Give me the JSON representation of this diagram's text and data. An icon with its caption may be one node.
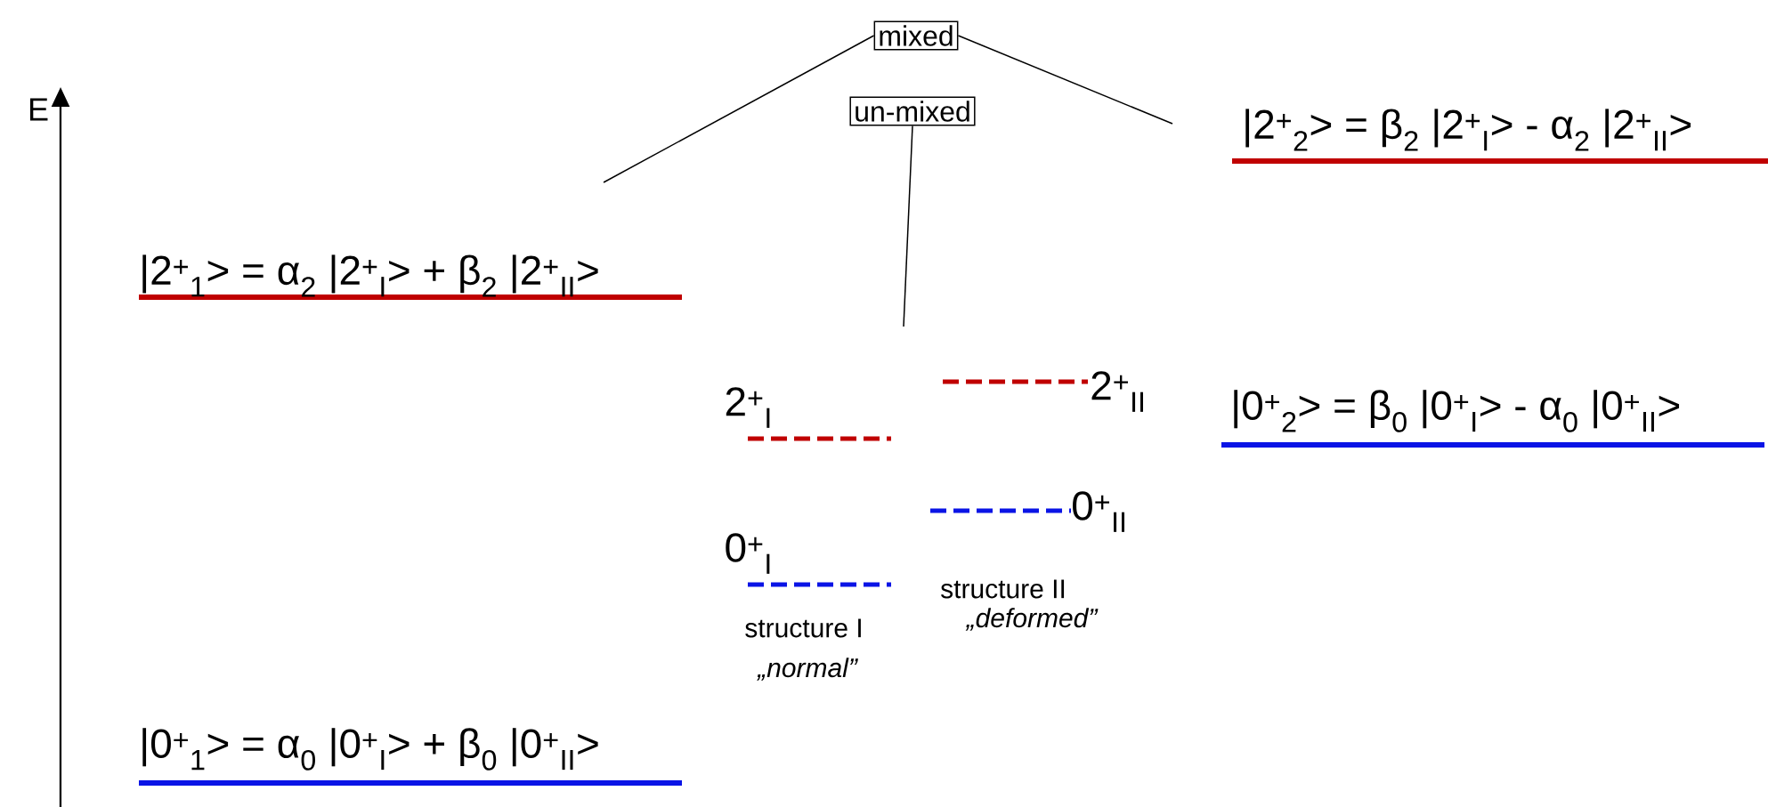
{
  "diagram": {
    "nodes": [
      {
        "text": [
          "mixed"
        ]
      },
      {
        "text": [
          "un-mixed"
        ]
      }
    ],
    "edges": [
      {
        "from": 0,
        "to": null,
        "arrow": "none"
      },
      {
        "from": 0,
        "to": null,
        "arrow": "none"
      },
      {
        "from": 1,
        "to": null,
        "arrow": "none"
      }
    ],
    "labels": [
      "E",
      "|2$^{+}$$_{2}$> = β$_{2}$ |2$^{+}$$_{I}$> - α$_{2}$ |2$^{+}$$_{II}$>",
      "|2$^{+}$$_{1}$> = α$_{2}$ |2$^{+}$$_{I}$> + β$_{2}$ |2$^{+}$$_{II}$>",
      "2$^{+}$$_{II}$",
      "2$^{+}$$_{I}$",
      "|0$^{+}$$_{2}$> = β$_{0}$ |0$^{+}$$_{I}$> -  α$_{0}$ |0$^{+}$$_{II}$>",
      "0$^{+}$$_{II}$",
      "0$^{+}$$_{I}$",
      "structure II",
      "„deformed”",
      "structure I",
      "„normal”",
      "|0$^{+}$$_{1}$> = α$_{0}$ |0$^{+}$$_{I}$> + β$_{0}$ |0$^{+}$$_{II}$>"
    ]
  }
}
